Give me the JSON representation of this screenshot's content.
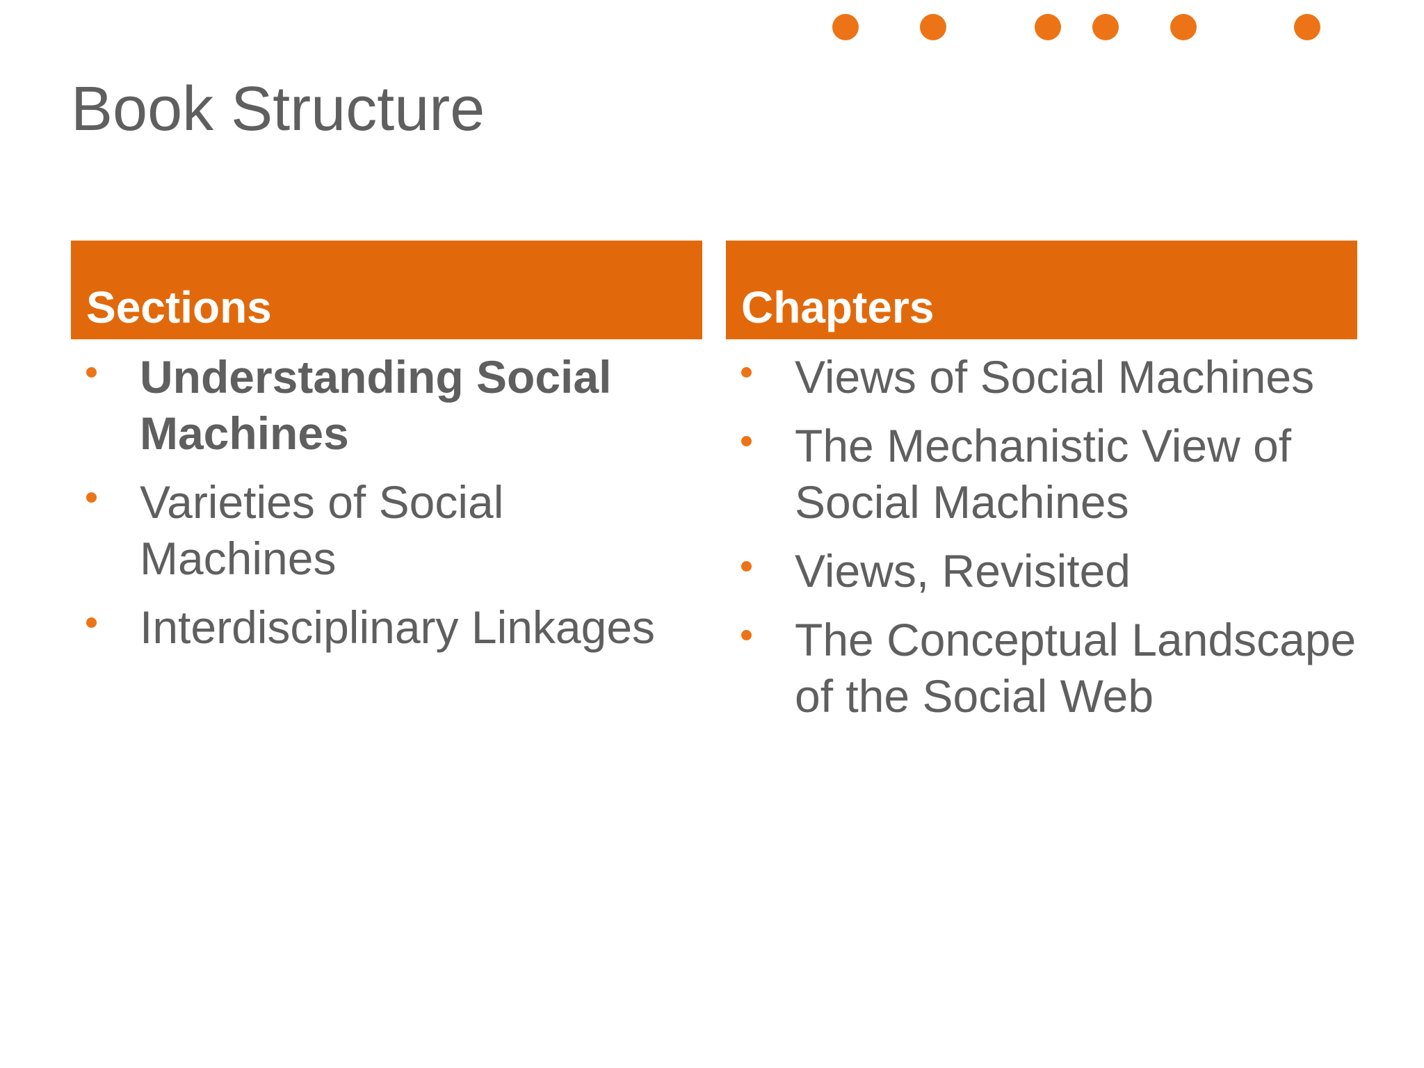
{
  "slide": {
    "title": "Book Structure",
    "accent_color": "#e2690b",
    "decoration": "orange-dots-top-right"
  },
  "sections": {
    "header": "Sections",
    "items": [
      {
        "label": "Understanding Social Machines",
        "state": "active"
      },
      {
        "label": "Varieties of Social Machines",
        "state": "dimmed"
      },
      {
        "label": "Interdisciplinary Linkages",
        "state": "dimmed"
      }
    ]
  },
  "chapters": {
    "header": "Chapters",
    "items": [
      {
        "label": "Views of Social Machines"
      },
      {
        "label": "The Mechanistic View of Social Machines"
      },
      {
        "label": "Views, Revisited"
      },
      {
        "label": "The Conceptual Landscape of the Social Web"
      }
    ]
  }
}
